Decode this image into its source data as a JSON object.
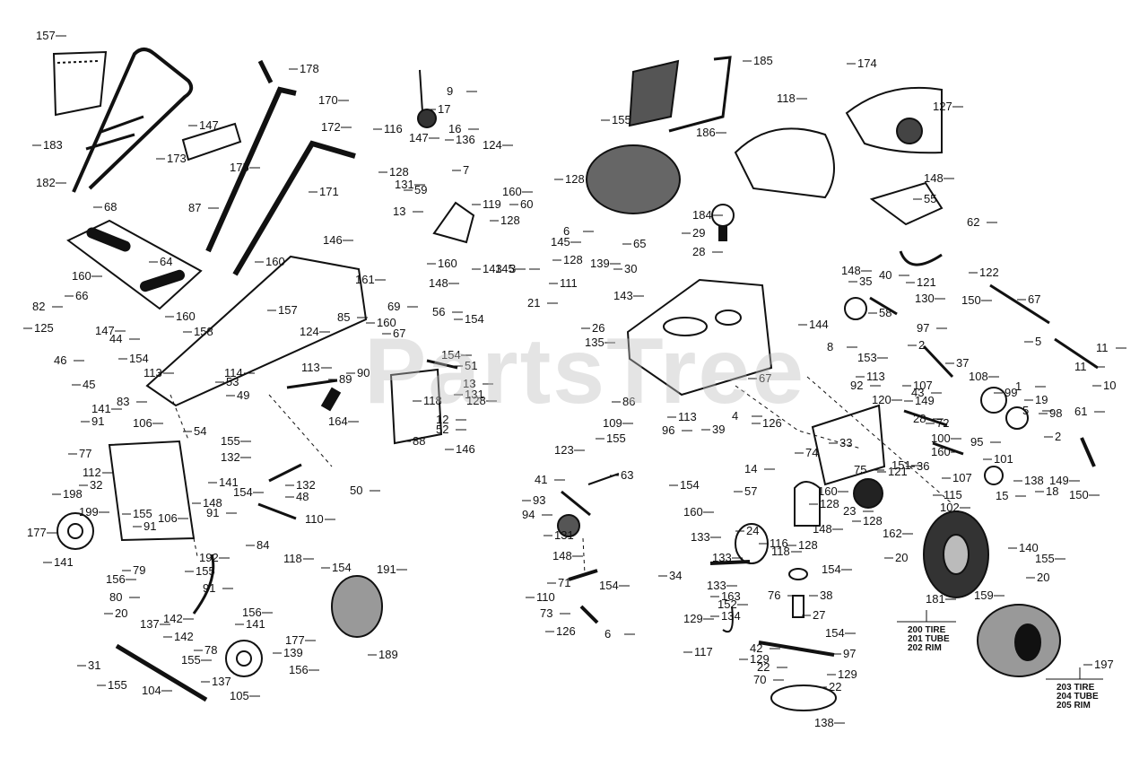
{
  "watermark": "PartsTree",
  "colors": {
    "ink": "#111111",
    "paper": "#ffffff",
    "watermark": "#bebebe"
  },
  "wheel_specs": {
    "left": {
      "lines": [
        "200 TIRE",
        "201 TUBE",
        "202 RIM"
      ]
    },
    "right": {
      "lines": [
        "203 TIRE",
        "204 TUBE",
        "205 RIM"
      ]
    }
  },
  "callouts": [
    "157",
    "183",
    "182",
    "178",
    "170",
    "147",
    "172",
    "173",
    "175",
    "171",
    "9",
    "17",
    "16",
    "116",
    "147",
    "136",
    "124",
    "128",
    "131",
    "7",
    "13",
    "59",
    "160",
    "128",
    "6",
    "60",
    "145",
    "128",
    "3",
    "160",
    "148",
    "143",
    "145",
    "119",
    "87",
    "68",
    "160",
    "64",
    "146",
    "160",
    "161",
    "157",
    "85",
    "160",
    "69",
    "158",
    "124",
    "67",
    "82",
    "66",
    "147",
    "125",
    "44",
    "160",
    "46",
    "154",
    "113",
    "45",
    "83",
    "90",
    "56",
    "154",
    "154",
    "51",
    "113",
    "89",
    "13",
    "131",
    "128",
    "53",
    "114",
    "49",
    "164",
    "88",
    "52",
    "118",
    "12",
    "146",
    "141",
    "91",
    "106",
    "54",
    "155",
    "77",
    "112",
    "32",
    "132",
    "141",
    "91",
    "198",
    "199",
    "155",
    "106",
    "91",
    "177",
    "141",
    "156",
    "79",
    "80",
    "148",
    "154",
    "48",
    "110",
    "84",
    "118",
    "132",
    "50",
    "154",
    "191",
    "189",
    "192",
    "155",
    "91",
    "78",
    "156",
    "141",
    "177",
    "139",
    "156",
    "20",
    "137",
    "31",
    "142",
    "155",
    "104",
    "142",
    "155",
    "137",
    "105",
    "155",
    "186",
    "185",
    "118",
    "174",
    "127",
    "65",
    "184",
    "29",
    "28",
    "30",
    "143",
    "128",
    "139",
    "111",
    "21",
    "26",
    "135",
    "86",
    "148",
    "55",
    "62",
    "122",
    "148",
    "35",
    "40",
    "121",
    "130",
    "144",
    "150",
    "67",
    "8",
    "58",
    "97",
    "2",
    "153",
    "5",
    "11",
    "10",
    "11",
    "67",
    "92",
    "113",
    "120",
    "107",
    "43",
    "149",
    "28",
    "37",
    "108",
    "99",
    "1",
    "19",
    "5",
    "98",
    "61",
    "2",
    "149",
    "18",
    "150",
    "138",
    "109",
    "155",
    "123",
    "63",
    "41",
    "93",
    "94",
    "131",
    "148",
    "71",
    "154",
    "110",
    "73",
    "126",
    "6",
    "113",
    "96",
    "39",
    "4",
    "126",
    "14",
    "154",
    "160",
    "57",
    "160",
    "128",
    "133",
    "24",
    "148",
    "116",
    "118",
    "128",
    "133",
    "34",
    "133",
    "163",
    "152",
    "134",
    "129",
    "117",
    "154",
    "38",
    "76",
    "27",
    "154",
    "97",
    "42",
    "129",
    "22",
    "129",
    "70",
    "22",
    "138",
    "74",
    "75",
    "121",
    "23",
    "128",
    "162",
    "33",
    "151",
    "36",
    "160",
    "107",
    "95",
    "72",
    "100",
    "101",
    "15",
    "115",
    "102",
    "20",
    "181",
    "140",
    "155",
    "20",
    "159",
    "197"
  ]
}
